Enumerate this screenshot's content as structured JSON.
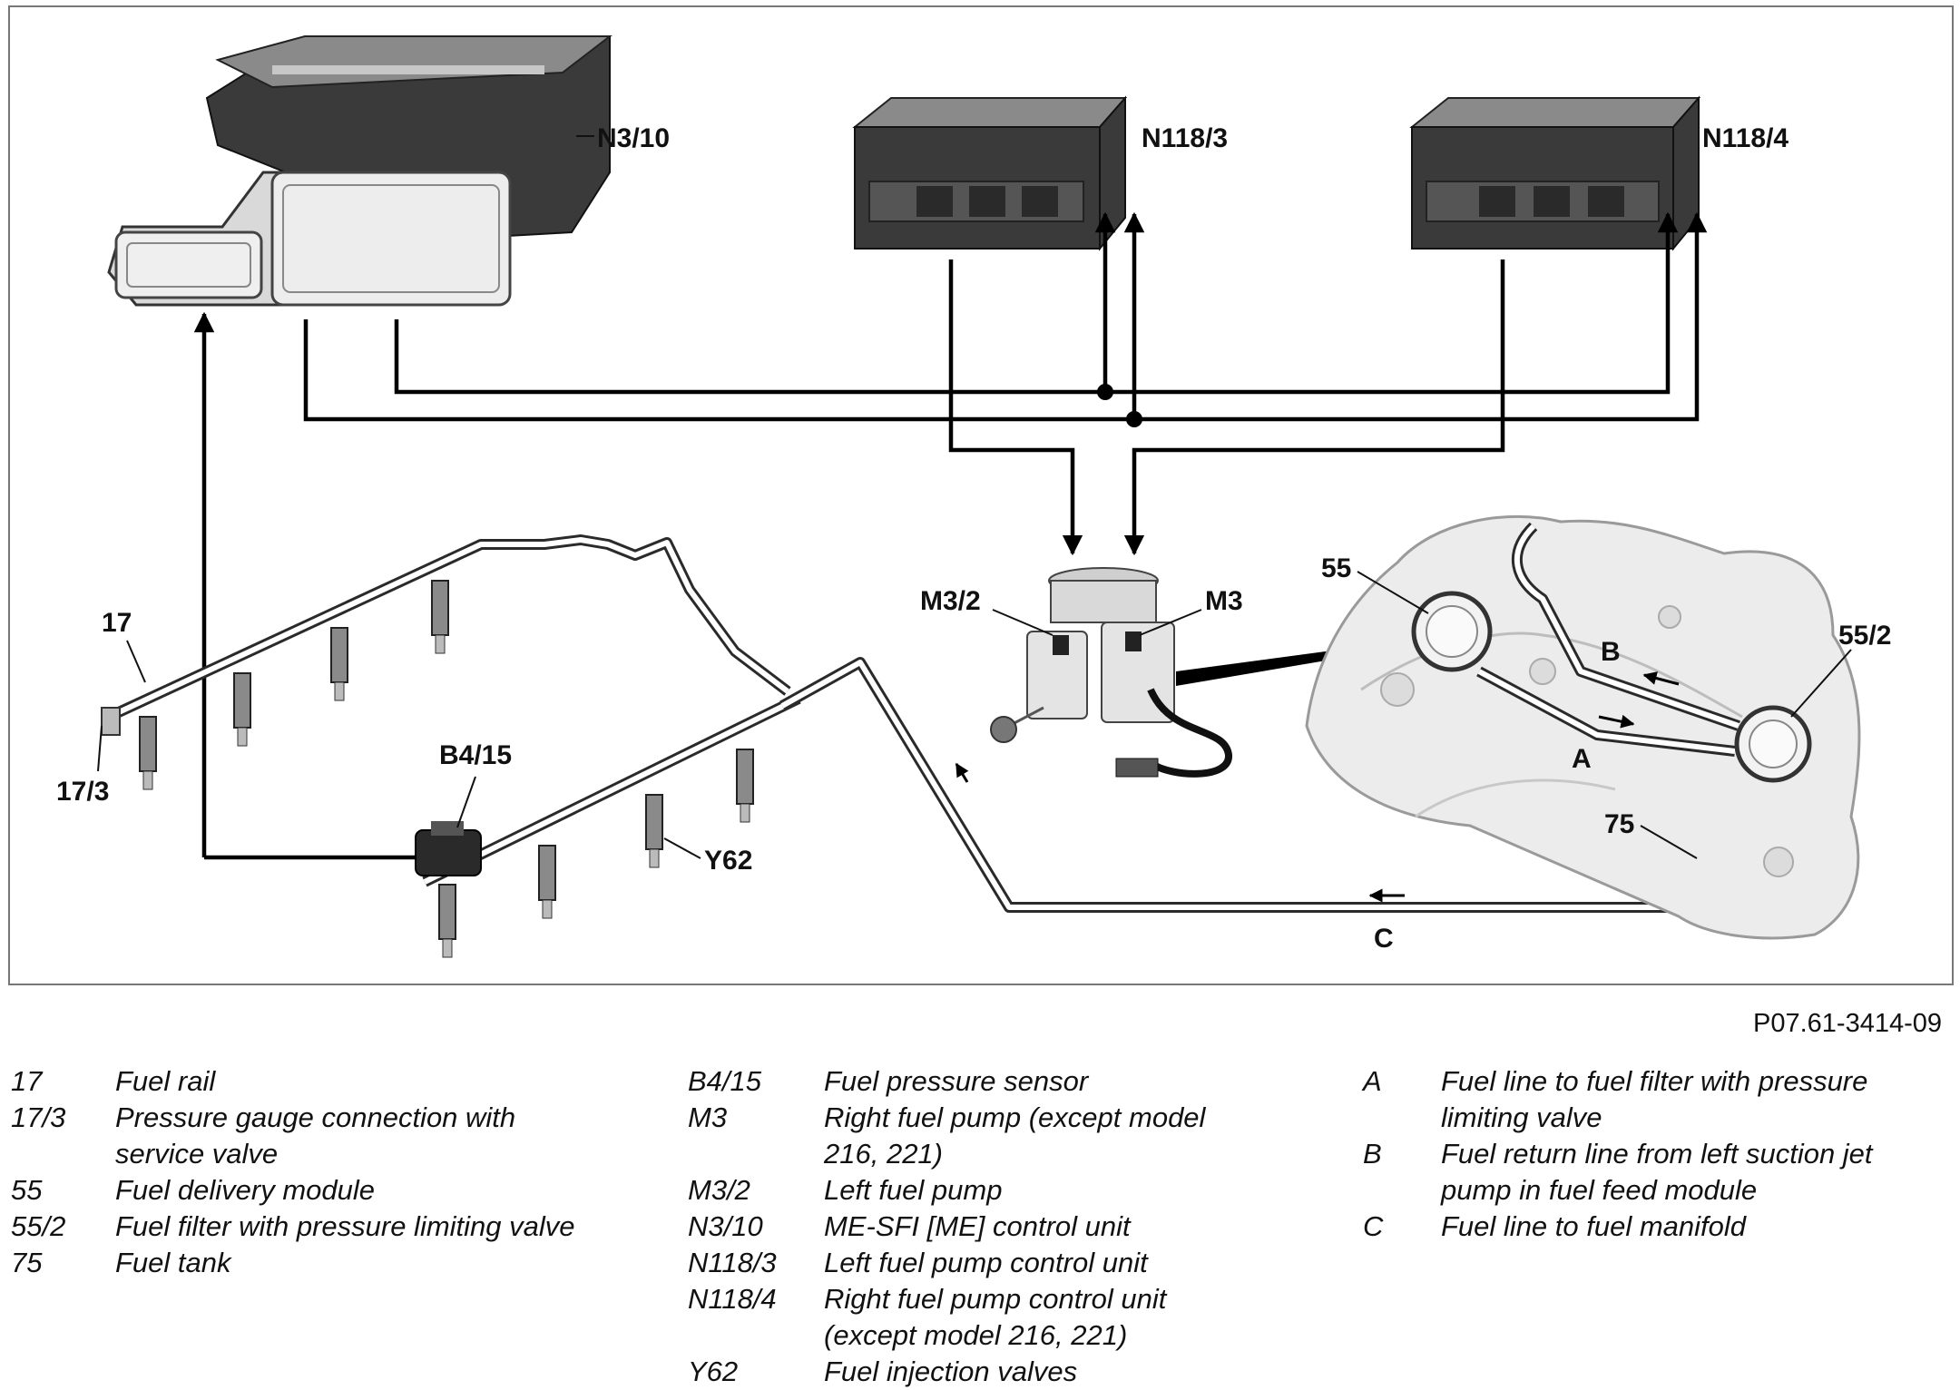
{
  "diagram": {
    "labels": {
      "n3_10": "N3/10",
      "n118_3": "N118/3",
      "n118_4": "N118/4",
      "p17": "17",
      "p17_3": "17/3",
      "b4_15": "B4/15",
      "y62": "Y62",
      "m3_2": "M3/2",
      "m3": "M3",
      "p55": "55",
      "p55_2": "55/2",
      "p75": "75",
      "line_a": "A",
      "line_b": "B",
      "line_c": "C"
    },
    "colors": {
      "ink": "#111111",
      "part_fill": "#e6e6e6",
      "tank_fill": "#ececec"
    }
  },
  "reference_code": "P07.61-3414-09",
  "legend": {
    "col1": [
      {
        "code": "17",
        "desc": "Fuel rail"
      },
      {
        "code": "17/3",
        "desc": "Pressure gauge connection with service valve"
      },
      {
        "code": "55",
        "desc": "Fuel delivery module"
      },
      {
        "code": "55/2",
        "desc": "Fuel filter with pressure limiting valve"
      },
      {
        "code": "75",
        "desc": "Fuel tank"
      }
    ],
    "col2": [
      {
        "code": "B4/15",
        "desc": "Fuel pressure sensor"
      },
      {
        "code": "M3",
        "desc": "Right fuel pump (except model 216, 221)"
      },
      {
        "code": "M3/2",
        "desc": "Left fuel pump"
      },
      {
        "code": "N3/10",
        "desc": "ME-SFI [ME] control unit"
      },
      {
        "code": "N118/3",
        "desc": "Left fuel pump control unit"
      },
      {
        "code": "N118/4",
        "desc": "Right fuel pump control unit (except model 216, 221)"
      },
      {
        "code": "Y62",
        "desc": "Fuel injection valves"
      }
    ],
    "col3": [
      {
        "code": "A",
        "desc": "Fuel line to fuel filter with pressure limiting valve"
      },
      {
        "code": "B",
        "desc": "Fuel return line from left suction jet pump in fuel feed module"
      },
      {
        "code": "C",
        "desc": "Fuel line to fuel manifold"
      }
    ]
  }
}
